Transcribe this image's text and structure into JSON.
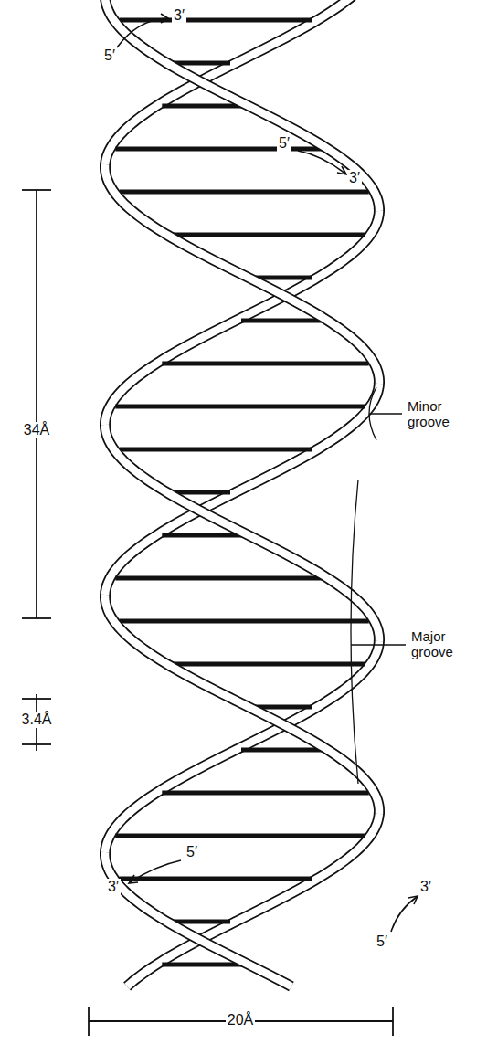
{
  "diagram": {
    "labels": [
      "3′",
      "5′",
      "5′",
      "3′",
      "34Å",
      "Minor groove",
      "Major groove",
      "3.4Å",
      "5′",
      "3′",
      "3′",
      "5′",
      "20Å"
    ]
  }
}
